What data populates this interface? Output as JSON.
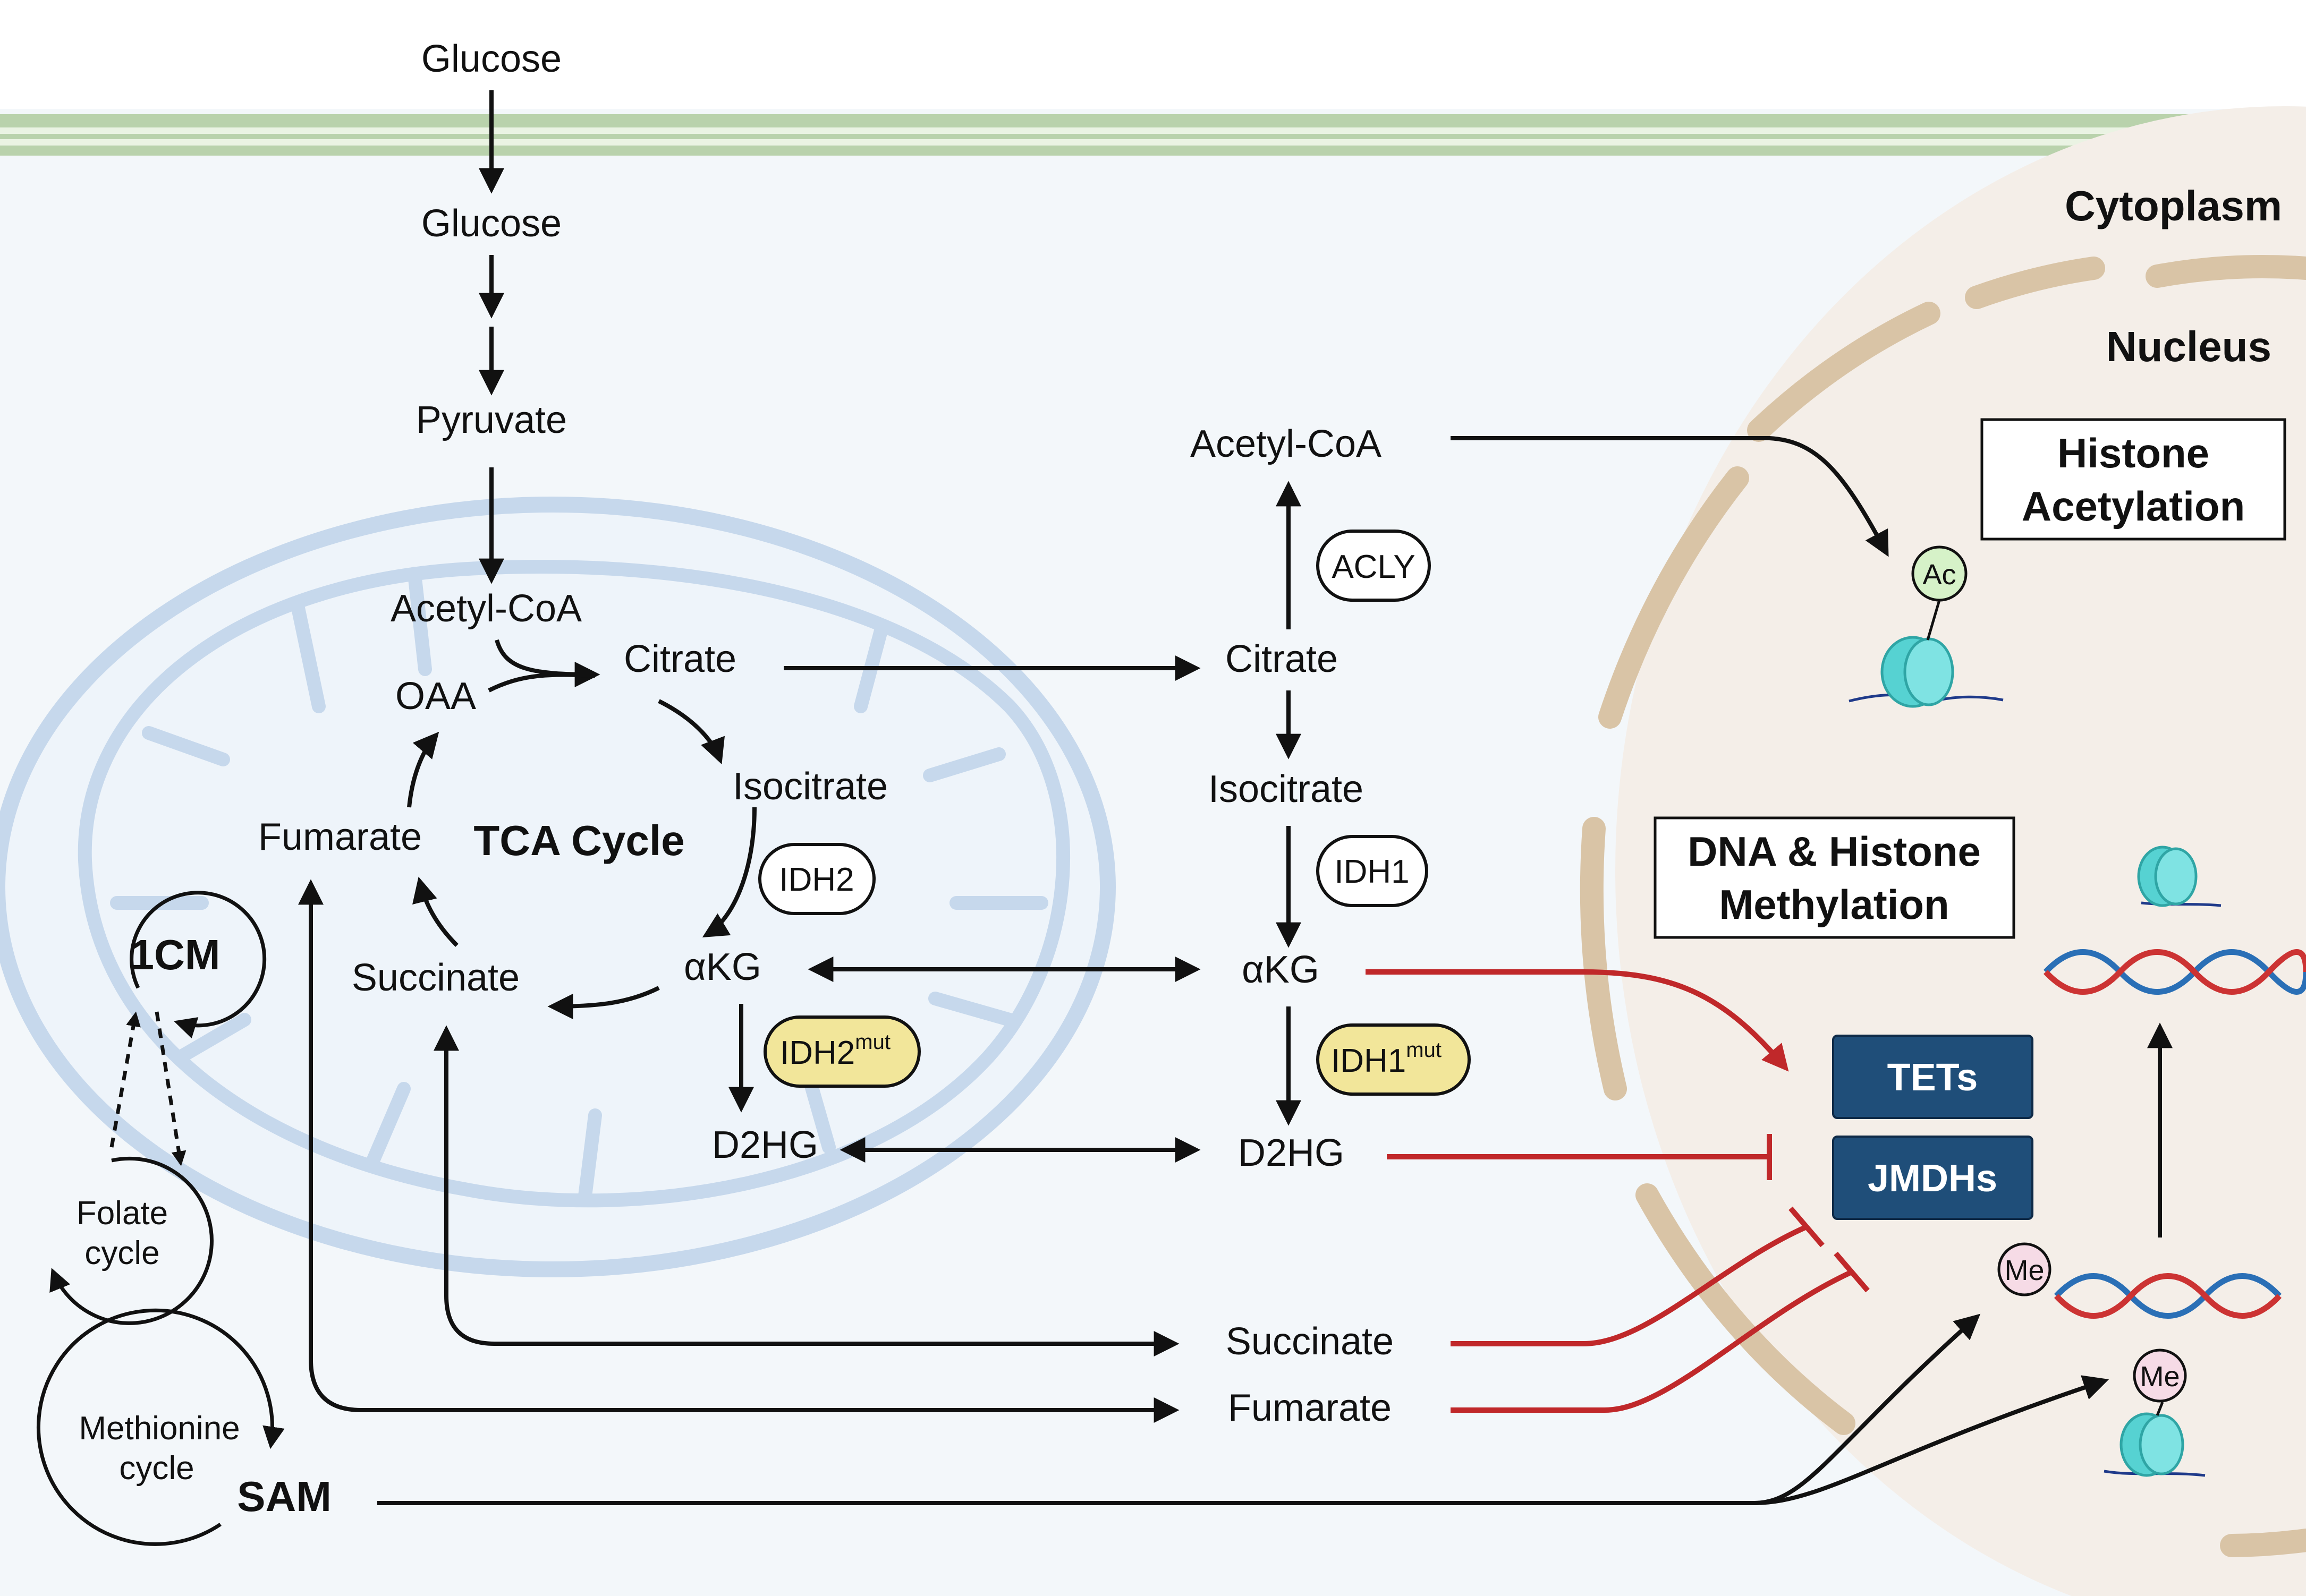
{
  "labels": {
    "glucose_out": "Glucose",
    "glucose_in": "Glucose",
    "pyruvate": "Pyruvate",
    "cytoplasm": "Cytoplasm",
    "nucleus": "Nucleus",
    "mito_acetyl_coa": "Acetyl-CoA",
    "oaa": "OAA",
    "mito_citrate": "Citrate",
    "mito_isocitrate": "Isocitrate",
    "fumarate_mito": "Fumarate",
    "tca_cycle": "TCA Cycle",
    "succinate_mito": "Succinate",
    "akg_mito": "αKG",
    "d2hg_mito": "D2HG",
    "cyto_acetyl_coa": "Acetyl-CoA",
    "cyto_citrate": "Citrate",
    "cyto_isocitrate": "Isocitrate",
    "akg_cyto": "αKG",
    "d2hg_cyto": "D2HG",
    "succinate_cyto": "Succinate",
    "fumarate_cyto": "Fumarate",
    "one_cm": "1CM",
    "folate_line1": "Folate",
    "folate_line2": "cycle",
    "methionine_line1": "Methionine",
    "methionine_line2": "cycle",
    "sam": "SAM"
  },
  "enzymes": {
    "acly": "ACLY",
    "idh1": "IDH1",
    "idh2": "IDH2",
    "idh1mut_base": "IDH1",
    "idh1mut_sup": "mut",
    "idh2mut_base": "IDH2",
    "idh2mut_sup": "mut"
  },
  "boxes": {
    "histone_acetylation_line1": "Histone",
    "histone_acetylation_line2": "Acetylation",
    "methylation_line1": "DNA & Histone",
    "methylation_line2": "Methylation",
    "tets": "TETs",
    "jmdhs": "JMDHs"
  },
  "marks": {
    "ac": "Ac",
    "me1": "Me",
    "me2": "Me"
  },
  "colors": {
    "background": "#f3f7fa",
    "membrane": "#b9d2ac",
    "mitochondrion": "#c6d8ec",
    "nucleus_fill": "#f4eee8",
    "nuclear_envelope": "#d9c4a6",
    "arrow": "#111111",
    "inhibition": "#c0282a",
    "enzyme_mut": "#f2e69a",
    "enzyme_box": "#1f4e79",
    "ac_mark": "#d6f2c8",
    "me_mark": "#f6dbe6",
    "nucleosome": "#56d2d2",
    "dna_blue": "#2a6fb6",
    "dna_red": "#cc3333"
  }
}
